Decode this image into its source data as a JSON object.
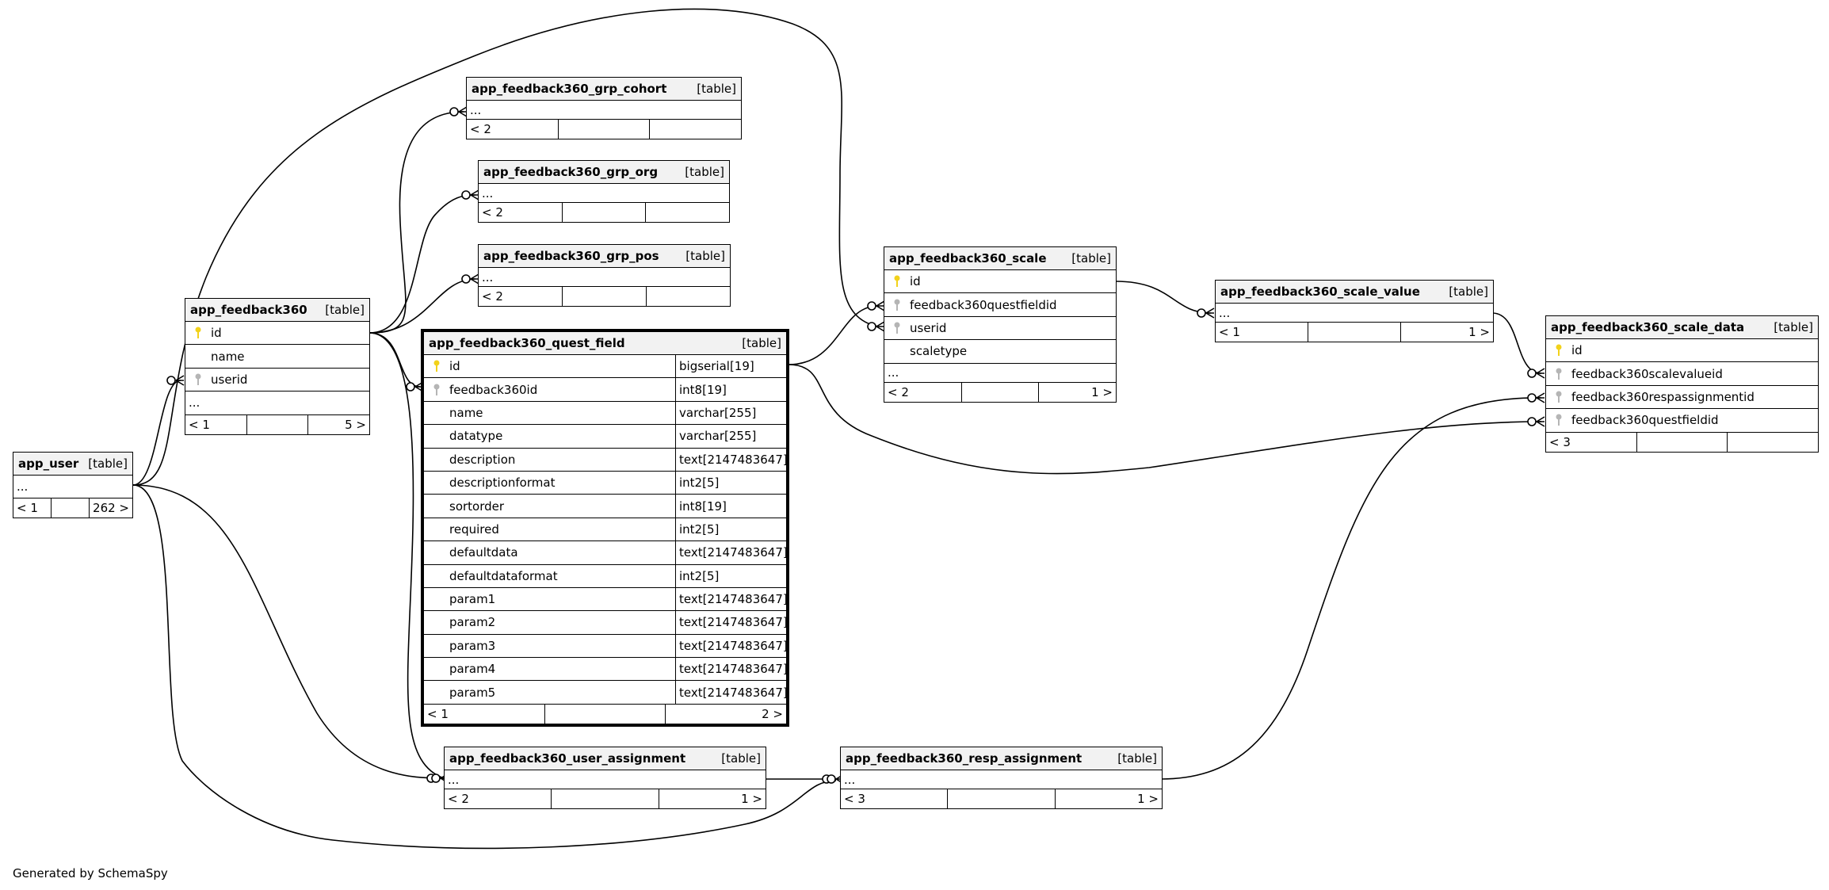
{
  "footer_text": "Generated by SchemaSpy",
  "table_tag": "[table]",
  "ellipsis": "...",
  "tables": {
    "app_user": {
      "name": "app_user",
      "footer": [
        "< 1",
        "",
        "262 >"
      ]
    },
    "app_feedback360": {
      "name": "app_feedback360",
      "columns": [
        {
          "name": "id",
          "key": "primary"
        },
        {
          "name": "name",
          "key": ""
        },
        {
          "name": "userid",
          "key": "foreign"
        }
      ],
      "footer": [
        "< 1",
        "",
        "5 >"
      ]
    },
    "app_feedback360_grp_cohort": {
      "name": "app_feedback360_grp_cohort",
      "footer": [
        "< 2",
        "",
        ""
      ]
    },
    "app_feedback360_grp_org": {
      "name": "app_feedback360_grp_org",
      "footer": [
        "< 2",
        "",
        ""
      ]
    },
    "app_feedback360_grp_pos": {
      "name": "app_feedback360_grp_pos",
      "footer": [
        "< 2",
        "",
        ""
      ]
    },
    "app_feedback360_quest_field": {
      "name": "app_feedback360_quest_field",
      "columns": [
        {
          "name": "id",
          "type": "bigserial[19]",
          "key": "primary"
        },
        {
          "name": "feedback360id",
          "type": "int8[19]",
          "key": "foreign"
        },
        {
          "name": "name",
          "type": "varchar[255]",
          "key": ""
        },
        {
          "name": "datatype",
          "type": "varchar[255]",
          "key": ""
        },
        {
          "name": "description",
          "type": "text[2147483647]",
          "key": ""
        },
        {
          "name": "descriptionformat",
          "type": "int2[5]",
          "key": ""
        },
        {
          "name": "sortorder",
          "type": "int8[19]",
          "key": ""
        },
        {
          "name": "required",
          "type": "int2[5]",
          "key": ""
        },
        {
          "name": "defaultdata",
          "type": "text[2147483647]",
          "key": ""
        },
        {
          "name": "defaultdataformat",
          "type": "int2[5]",
          "key": ""
        },
        {
          "name": "param1",
          "type": "text[2147483647]",
          "key": ""
        },
        {
          "name": "param2",
          "type": "text[2147483647]",
          "key": ""
        },
        {
          "name": "param3",
          "type": "text[2147483647]",
          "key": ""
        },
        {
          "name": "param4",
          "type": "text[2147483647]",
          "key": ""
        },
        {
          "name": "param5",
          "type": "text[2147483647]",
          "key": ""
        }
      ],
      "footer": [
        "< 1",
        "",
        "2 >"
      ]
    },
    "app_feedback360_scale": {
      "name": "app_feedback360_scale",
      "columns": [
        {
          "name": "id",
          "key": "primary"
        },
        {
          "name": "feedback360questfieldid",
          "key": "foreign"
        },
        {
          "name": "userid",
          "key": "foreign"
        },
        {
          "name": "scaletype",
          "key": ""
        }
      ],
      "footer": [
        "< 2",
        "",
        "1 >"
      ]
    },
    "app_feedback360_scale_value": {
      "name": "app_feedback360_scale_value",
      "footer": [
        "< 1",
        "",
        "1 >"
      ]
    },
    "app_feedback360_scale_data": {
      "name": "app_feedback360_scale_data",
      "columns": [
        {
          "name": "id",
          "key": "primary"
        },
        {
          "name": "feedback360scalevalueid",
          "key": "foreign"
        },
        {
          "name": "feedback360respassignmentid",
          "key": "foreign"
        },
        {
          "name": "feedback360questfieldid",
          "key": "foreign"
        }
      ],
      "footer": [
        "< 3",
        "",
        ""
      ]
    },
    "app_feedback360_user_assignment": {
      "name": "app_feedback360_user_assignment",
      "footer": [
        "< 2",
        "",
        "1 >"
      ]
    },
    "app_feedback360_resp_assignment": {
      "name": "app_feedback360_resp_assignment",
      "footer": [
        "< 3",
        "",
        "1 >"
      ]
    }
  },
  "colors": {
    "primary_key": "#f2d21b",
    "foreign_key": "#b5b5b5",
    "header_bg": "#f2f2f2",
    "line": "#000000"
  }
}
